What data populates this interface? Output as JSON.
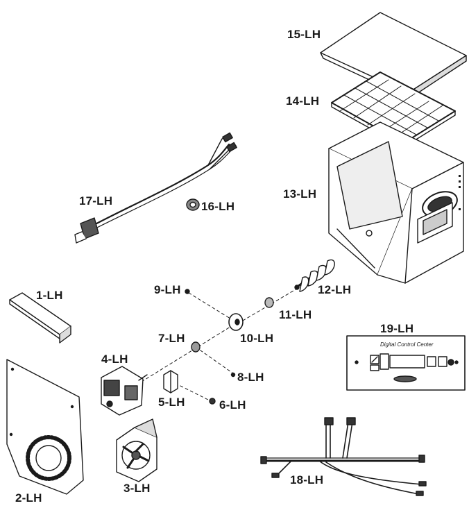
{
  "parts": [
    {
      "id": "1-LH"
    },
    {
      "id": "2-LH"
    },
    {
      "id": "3-LH"
    },
    {
      "id": "4-LH"
    },
    {
      "id": "5-LH"
    },
    {
      "id": "6-LH"
    },
    {
      "id": "7-LH"
    },
    {
      "id": "8-LH"
    },
    {
      "id": "9-LH"
    },
    {
      "id": "10-LH"
    },
    {
      "id": "11-LH"
    },
    {
      "id": "12-LH"
    },
    {
      "id": "13-LH"
    },
    {
      "id": "14-LH"
    },
    {
      "id": "15-LH"
    },
    {
      "id": "16-LH"
    },
    {
      "id": "17-LH"
    },
    {
      "id": "18-LH"
    },
    {
      "id": "19-LH"
    }
  ],
  "control_panel": {
    "title": "Digital Control Center"
  },
  "colors": {
    "line": "#1a1a1a",
    "fill": "#ffffff",
    "shade": "#d8d8d8"
  }
}
